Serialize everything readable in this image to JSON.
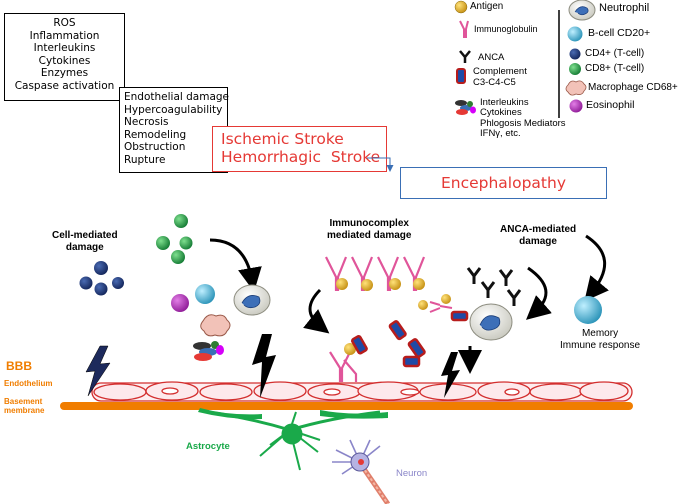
{
  "box_mediators": [
    "ROS",
    "Inflammation",
    "Interleukins",
    "Cytokines",
    "Enzymes",
    "Caspase activation"
  ],
  "box_vascular": [
    "Endothelial damage",
    "Hypercoagulability",
    "Necrosis",
    "Remodeling",
    "Obstruction",
    "Rupture"
  ],
  "box_stroke": [
    "Ischemic Stroke",
    "Hemorrhagic  Stroke"
  ],
  "box_outcome": "Encephalopathy",
  "legend": {
    "antigen": "Antigen",
    "immunoglobulin": "Immunoglobulin",
    "anca": "ANCA",
    "complement": [
      "Complement",
      "C3-C4-C5"
    ],
    "mediators": [
      "Interleukins",
      "Cytokines",
      "Phlogosis Mediators",
      "IFNγ, etc."
    ],
    "neutrophil": "Neutrophil",
    "bcell": "B-cell CD20+",
    "cd4": "CD4+ (T-cell)",
    "cd8": "CD8+ (T-cell)",
    "macrophage": "Macrophage CD68+",
    "eosinophil": "Eosinophil"
  },
  "labels": {
    "cell_mediated": [
      "Cell-mediated",
      "damage"
    ],
    "immunocomplex": [
      "Immunocomplex",
      "mediated damage"
    ],
    "anca_mediated": [
      "ANCA-mediated",
      "damage"
    ],
    "memory": [
      "Memory",
      "Immune response"
    ],
    "bbb": "BBB",
    "endothelium": "Endothelium",
    "basement": [
      "Basement",
      "membrane"
    ],
    "astrocyte": "Astrocyte",
    "neuron": "Neuron"
  },
  "colors": {
    "red": "#e53935",
    "orange": "#f07d00",
    "antigen": "#e3b22b",
    "immunoglobulin": "#e0559a",
    "bcell": "#3aa6c9",
    "cd4": "#1f3a73",
    "cd8": "#27a046",
    "eosinophil": "#b32fb8",
    "astrocyte": "#1aa94a",
    "neuron": "#8a86c9"
  }
}
